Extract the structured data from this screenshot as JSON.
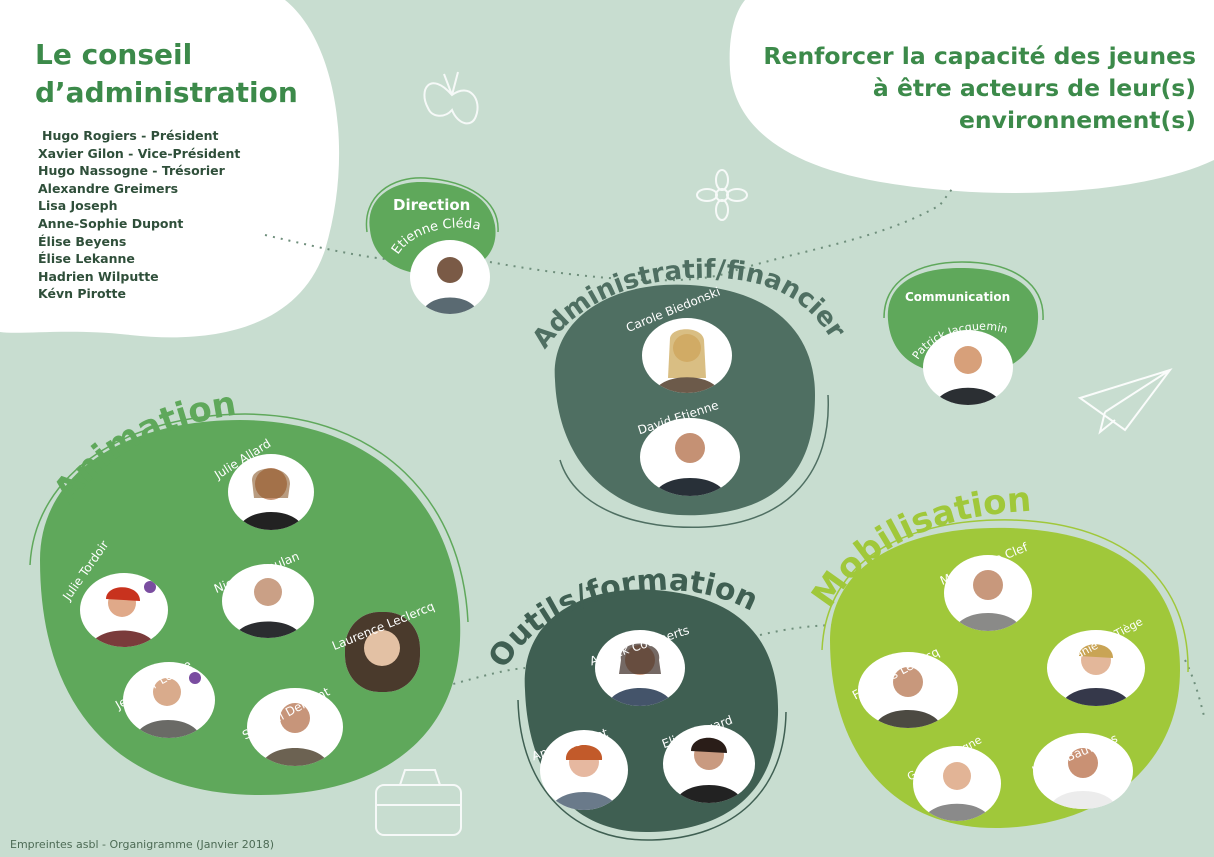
{
  "board": {
    "title_line1": "Le conseil",
    "title_line2": "d’administration",
    "members": [
      "Hugo Rogiers - Président",
      "Xavier Gilon - Vice-Président",
      "Hugo Nassogne - Trésorier",
      "Alexandre Greimers",
      "Lisa Joseph",
      "Anne-Sophie Dupont",
      "Élise Beyens",
      "Élise Lekanne",
      "Hadrien Wilputte",
      "Kévn Pirotte"
    ]
  },
  "mission": {
    "line1": "Renforcer la capacité des jeunes",
    "line2": "à être acteurs de leur(s)",
    "line3": "environnement(s)"
  },
  "direction": {
    "title": "Direction",
    "people": [
      "Etienne Cléda"
    ]
  },
  "communication": {
    "title": "Communication",
    "people": [
      "Patrick Jacquemin"
    ]
  },
  "admin": {
    "title": "Administratif/financier",
    "people": [
      "Carole Biedonski",
      "David Etienne"
    ]
  },
  "animation": {
    "title": "Animation",
    "people": [
      "Julie Allard",
      "Julie Tordoir",
      "Nicolas Moulan",
      "Laurence Leclercq",
      "Jennifer Lesire",
      "Samuel Demont"
    ]
  },
  "outils": {
    "title": "Outils/formation",
    "people": [
      "Annick Cockaerts",
      "Anne Herbiet",
      "Elise Rouard"
    ]
  },
  "mobilisation": {
    "title": "Mobilisation",
    "people": [
      "Mathieu Le Clef",
      "François Lebecq",
      "Stéphanie de Tiège",
      "Gaël Nassogne",
      "Julien Bauwens"
    ]
  },
  "footer": "Empreintes asbl - Organigramme (Janvier 2018)",
  "colors": {
    "background": "#c8ddd0",
    "accent_green": "#3c8a4a",
    "animation_fill": "#5fa85b",
    "admin_fill": "#4f6f62",
    "mobilisation_fill": "#a0c83a",
    "outils_fill": "#3f5f52",
    "white": "#ffffff"
  }
}
